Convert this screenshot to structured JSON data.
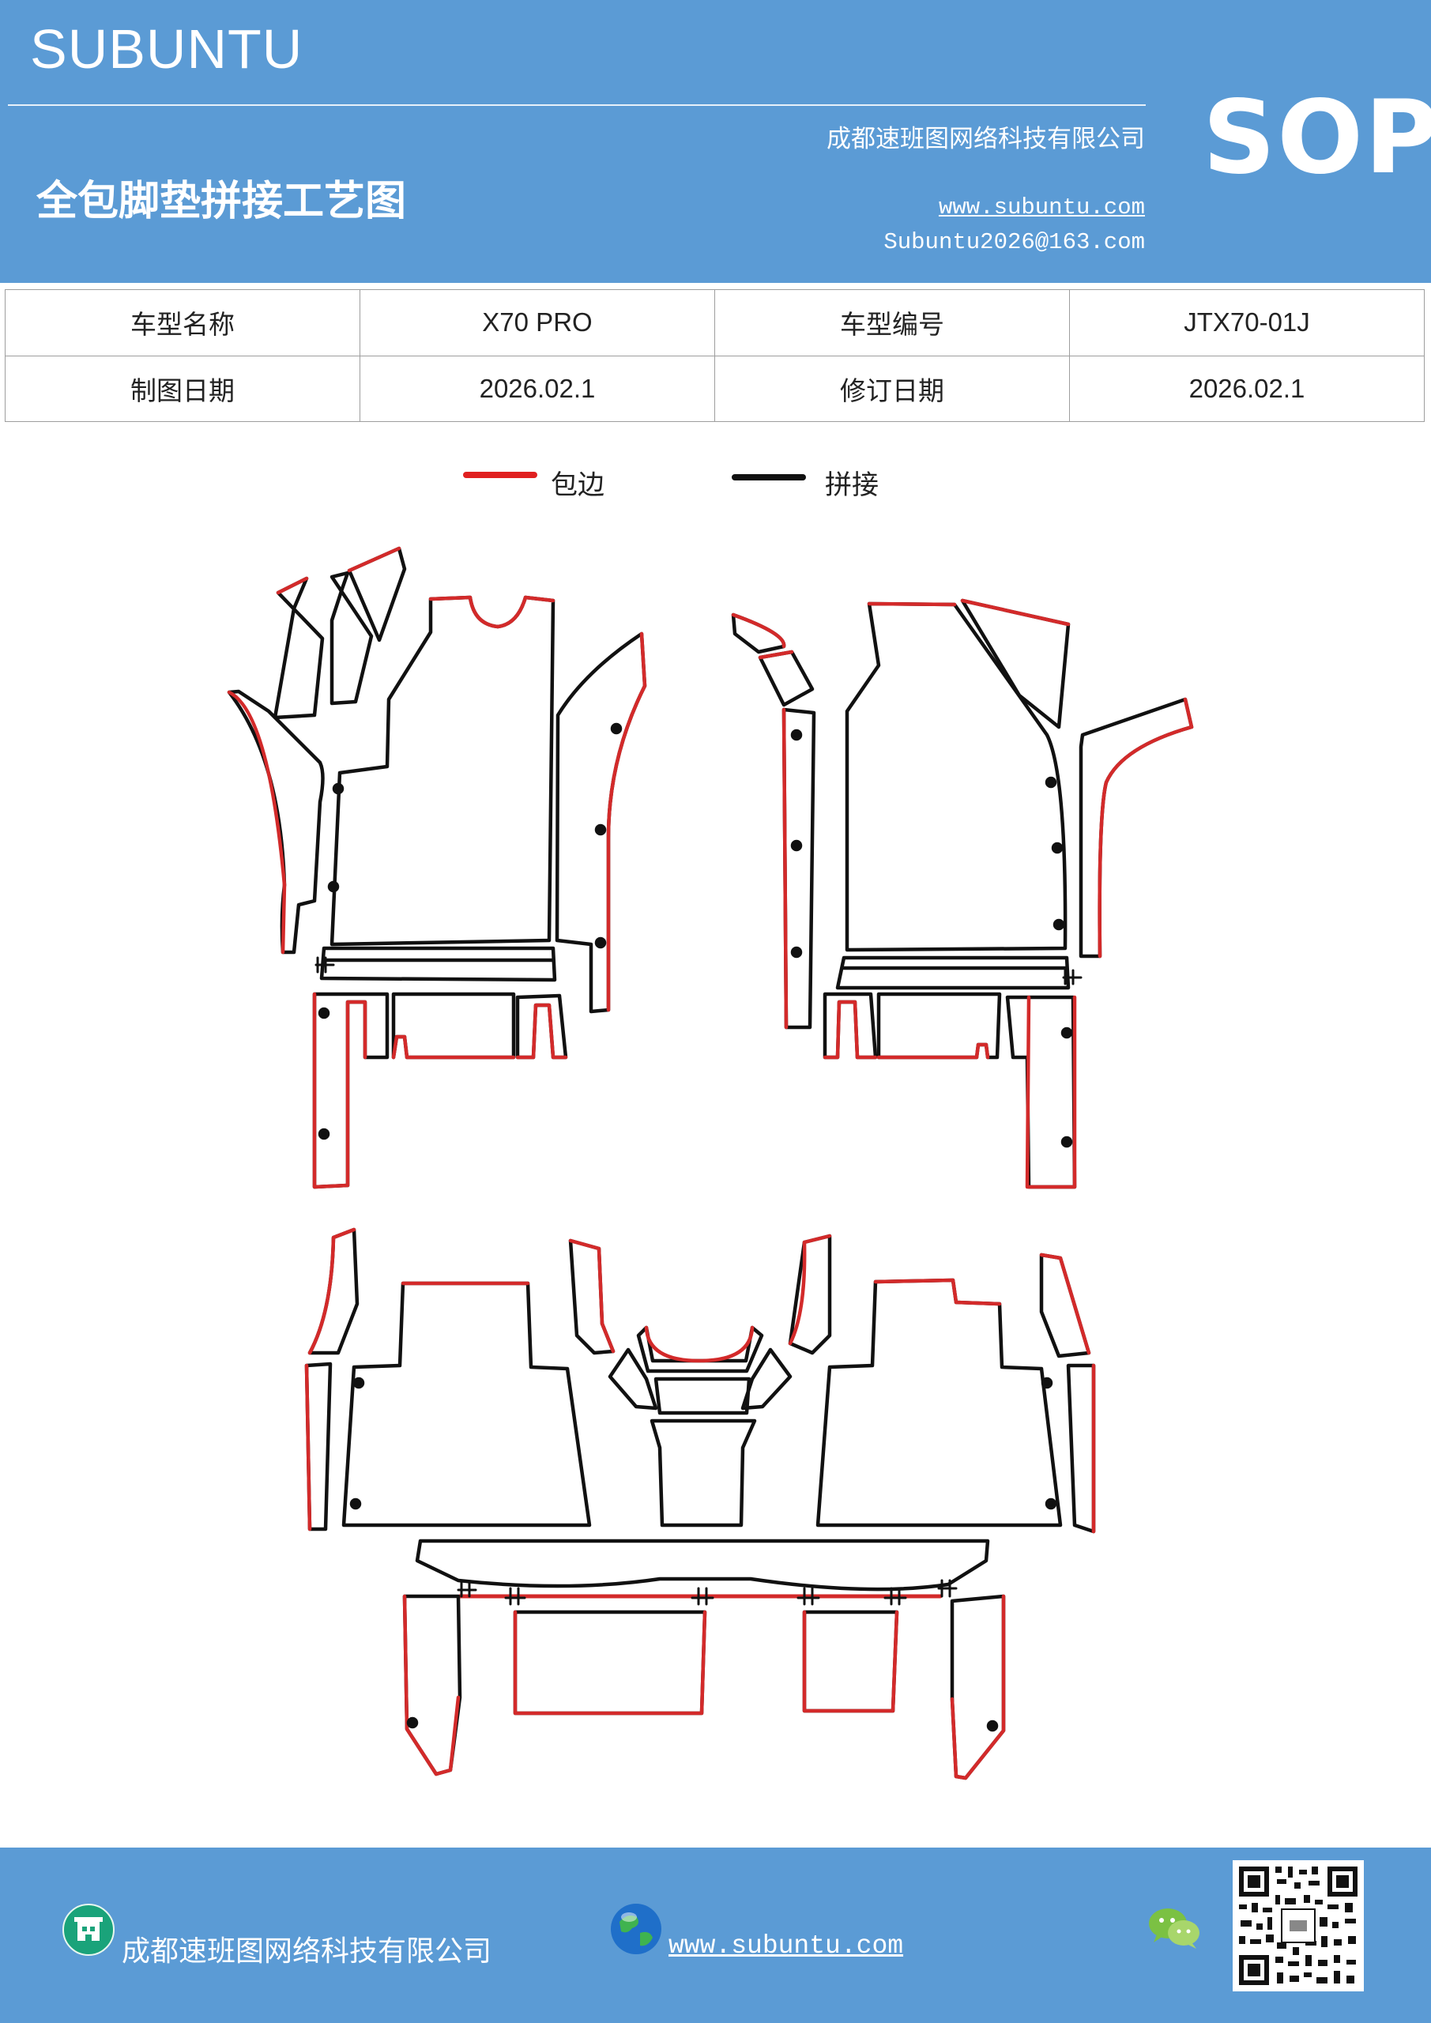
{
  "header": {
    "brand": "SUBUNTU",
    "company": "成都速班图网络科技有限公司",
    "title": "全包脚垫拼接工艺图",
    "website": "www.subuntu.com",
    "email": "Subuntu2026@163.com",
    "badge": "SOP"
  },
  "info": {
    "model_name_label": "车型名称",
    "model_name": "X70  PRO",
    "model_no_label": "车型编号",
    "model_no": "JTX70-01J",
    "draw_date_label": "制图日期",
    "draw_date": "2026.02.1",
    "revise_date_label": "修订日期",
    "revise_date": "2026.02.1"
  },
  "legend": {
    "edge_label": "包边",
    "edge_color": "#e02020",
    "join_label": "拼接",
    "join_color": "#111111"
  },
  "footer": {
    "company": "成都速班图网络科技有限公司",
    "website": "www.subuntu.com",
    "icons": [
      "building-icon",
      "globe-icon",
      "wechat-icon",
      "qr-code"
    ]
  }
}
